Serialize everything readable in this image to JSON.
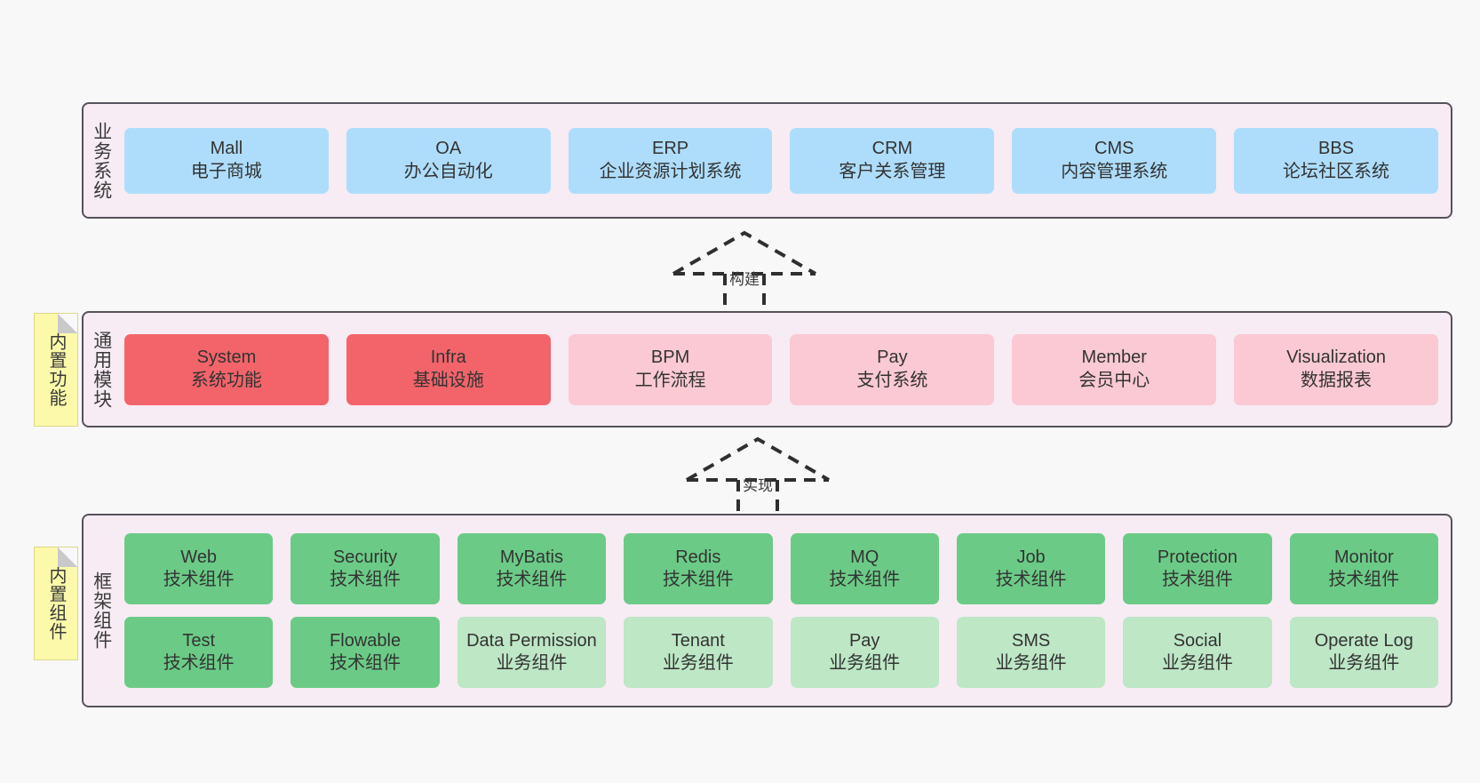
{
  "canvas": {
    "background": "#F8F8F8",
    "panel_background": "#F7EBF4",
    "panel_border": "#56525A",
    "note_background": "#FCFAAA"
  },
  "layers": {
    "business": {
      "title": "业务系统",
      "card_color": "#AEDDFB",
      "cards": [
        {
          "en": "Mall",
          "cn": "电子商城"
        },
        {
          "en": "OA",
          "cn": "办公自动化"
        },
        {
          "en": "ERP",
          "cn": "企业资源计划系统"
        },
        {
          "en": "CRM",
          "cn": "客户关系管理"
        },
        {
          "en": "CMS",
          "cn": "内容管理系统"
        },
        {
          "en": "BBS",
          "cn": "论坛社区系统"
        }
      ]
    },
    "modules": {
      "title": "通用模块",
      "note": "内置功能",
      "card_color_primary": "#F2646A",
      "card_color_secondary": "#FBC9D3",
      "cards": [
        {
          "en": "System",
          "cn": "系统功能",
          "variant": "c-red"
        },
        {
          "en": "Infra",
          "cn": "基础设施",
          "variant": "c-red"
        },
        {
          "en": "BPM",
          "cn": "工作流程",
          "variant": "c-pink"
        },
        {
          "en": "Pay",
          "cn": "支付系统",
          "variant": "c-pink"
        },
        {
          "en": "Member",
          "cn": "会员中心",
          "variant": "c-pink"
        },
        {
          "en": "Visualization",
          "cn": "数据报表",
          "variant": "c-pink"
        }
      ]
    },
    "framework": {
      "title": "框架组件",
      "note": "内置组件",
      "card_color_primary": "#6BCB86",
      "card_color_secondary": "#BDE7C5",
      "row1": [
        {
          "en": "Web",
          "cn": "技术组件",
          "variant": "c-green"
        },
        {
          "en": "Security",
          "cn": "技术组件",
          "variant": "c-green"
        },
        {
          "en": "MyBatis",
          "cn": "技术组件",
          "variant": "c-green"
        },
        {
          "en": "Redis",
          "cn": "技术组件",
          "variant": "c-green"
        },
        {
          "en": "MQ",
          "cn": "技术组件",
          "variant": "c-green"
        },
        {
          "en": "Job",
          "cn": "技术组件",
          "variant": "c-green"
        },
        {
          "en": "Protection",
          "cn": "技术组件",
          "variant": "c-green"
        },
        {
          "en": "Monitor",
          "cn": "技术组件",
          "variant": "c-green"
        }
      ],
      "row2": [
        {
          "en": "Test",
          "cn": "技术组件",
          "variant": "c-green"
        },
        {
          "en": "Flowable",
          "cn": "技术组件",
          "variant": "c-green"
        },
        {
          "en": "Data Permission",
          "cn": "业务组件",
          "variant": "c-lightgreen"
        },
        {
          "en": "Tenant",
          "cn": "业务组件",
          "variant": "c-lightgreen"
        },
        {
          "en": "Pay",
          "cn": "业务组件",
          "variant": "c-lightgreen"
        },
        {
          "en": "SMS",
          "cn": "业务组件",
          "variant": "c-lightgreen"
        },
        {
          "en": "Social",
          "cn": "业务组件",
          "variant": "c-lightgreen"
        },
        {
          "en": "Operate Log",
          "cn": "业务组件",
          "variant": "c-lightgreen"
        }
      ]
    }
  },
  "connectors": [
    {
      "id": "build",
      "label": "构建",
      "style": "dashed-generalization-up"
    },
    {
      "id": "realize",
      "label": "实现",
      "style": "dashed-generalization-up"
    }
  ]
}
